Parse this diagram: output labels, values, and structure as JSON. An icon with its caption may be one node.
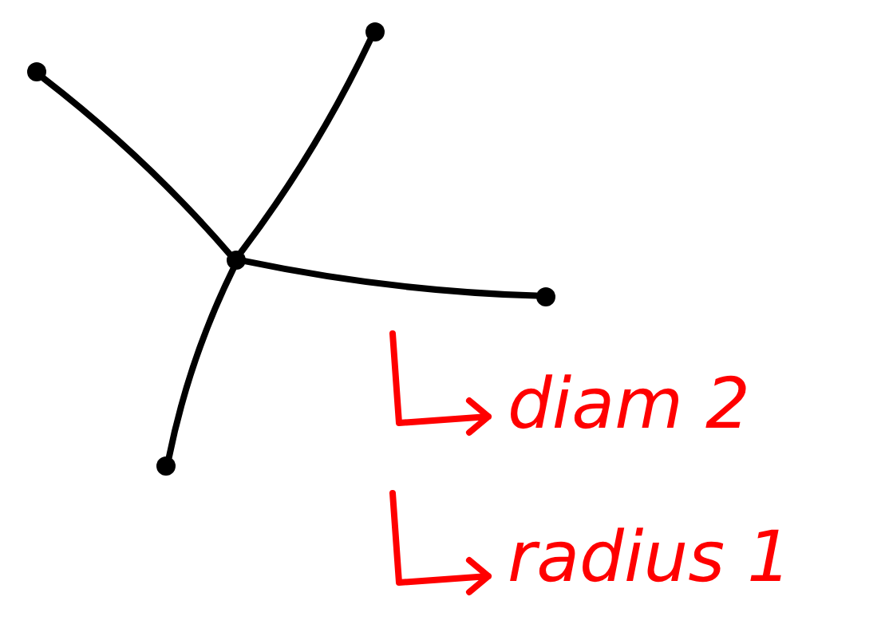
{
  "diagram": {
    "nodes": [
      {
        "text": [],
        "shape": "circle"
      },
      {
        "text": [],
        "shape": "circle"
      },
      {
        "text": [],
        "shape": "circle"
      },
      {
        "text": [],
        "shape": "circle"
      },
      {
        "text": [],
        "shape": "circle"
      }
    ],
    "edges": [
      {
        "from": 2,
        "to": 0,
        "arrow": "none"
      },
      {
        "from": 2,
        "to": 1,
        "arrow": "none"
      },
      {
        "from": 2,
        "to": 3,
        "arrow": "none"
      },
      {
        "from": 2,
        "to": 4,
        "arrow": "none"
      }
    ],
    "labels": [
      "diam 2",
      "radius 1"
    ]
  }
}
